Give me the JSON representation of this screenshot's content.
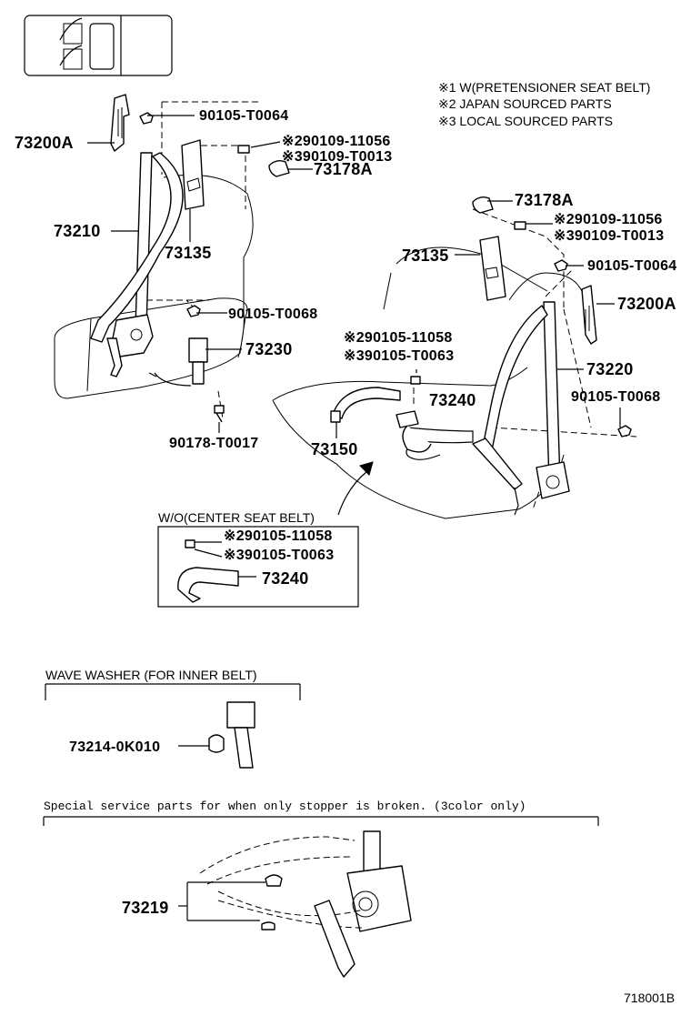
{
  "notes": [
    "※1 W(PRETENSIONER SEAT BELT)",
    "※2 JAPAN SOURCED PARTS",
    "※3 LOCAL SOURCED PARTS"
  ],
  "callouts": {
    "p73200a_l": "73200A",
    "p90105_t0064_l": "90105-T0064",
    "p90109_11056_l": "※290109-11056",
    "p90109_t0013_l": "※390109-T0013",
    "p73178a_l": "73178A",
    "p73210": "73210",
    "p73135_l": "73135",
    "p90105_t0068_l": "90105-T0068",
    "p73230": "73230",
    "p90178_t0017": "90178-T0017",
    "p73178a_r": "73178A",
    "p90109_11056_r": "※290109-11056",
    "p90109_t0013_r": "※390109-T0013",
    "p73135_r": "73135",
    "p90105_t0064_r": "90105-T0064",
    "p73200a_r": "73200A",
    "p90105_11058": "※290105-11058",
    "p90105_t0063": "※390105-T0063",
    "p73220": "73220",
    "p73240": "73240",
    "p90105_t0068_r": "90105-T0068",
    "p73150": "73150"
  },
  "inset_center": {
    "title": "W/O(CENTER SEAT BELT)",
    "p90105_11058": "※290105-11058",
    "p90105_t0063": "※390105-T0063",
    "p73240": "73240"
  },
  "inset_washer": {
    "title": "WAVE WASHER (FOR INNER BELT)",
    "part": "73214-0K010"
  },
  "inset_stopper": {
    "title": "Special service parts for when only stopper is broken. (3color only)",
    "part": "73219"
  },
  "figure_id": "718001B"
}
